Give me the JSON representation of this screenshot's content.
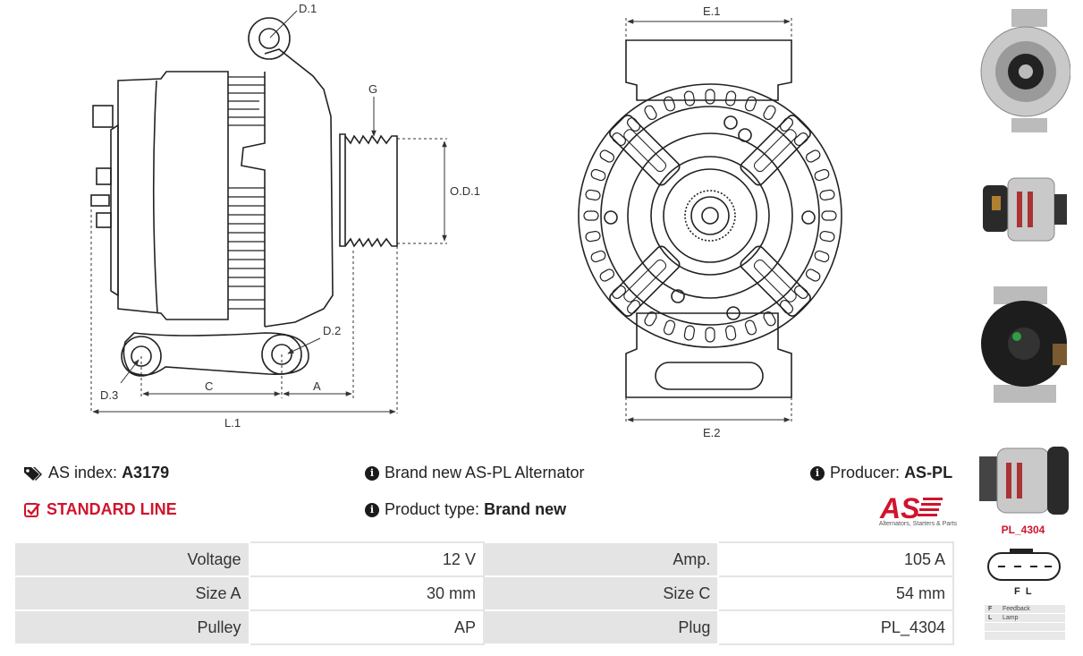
{
  "dimension_labels": {
    "d1": "D.1",
    "d2": "D.2",
    "d3": "D.3",
    "g": "G",
    "od1": "O.D.1",
    "c": "C",
    "a": "A",
    "l1": "L.1",
    "e1": "E.1",
    "e2": "E.2"
  },
  "info": {
    "as_index_label": "AS index:",
    "as_index_value": "A3179",
    "line": "STANDARD LINE",
    "description": "Brand new AS-PL Alternator",
    "product_type_label": "Product type:",
    "product_type_value": "Brand new",
    "producer_label": "Producer:",
    "producer_value": "AS-PL"
  },
  "logo": {
    "mark": "AS",
    "caption": "Alternators, Starters & Parts",
    "color": "#d0142c"
  },
  "plug": {
    "code": "PL_4304",
    "pins": "F  L",
    "legend": [
      {
        "key": "F",
        "label": "Feedback"
      },
      {
        "key": "L",
        "label": "Lamp"
      }
    ]
  },
  "specs": [
    {
      "label1": "Voltage",
      "value1": "12 V",
      "label2": "Amp.",
      "value2": "105 A"
    },
    {
      "label1": "Size A",
      "value1": "30 mm",
      "label2": "Size C",
      "value2": "54 mm"
    },
    {
      "label1": "Pulley",
      "value1": "AP",
      "label2": "Plug",
      "value2": "PL_4304"
    }
  ],
  "icons": {
    "tag": "tags-icon",
    "check": "check-square-icon",
    "info": "info-icon"
  }
}
